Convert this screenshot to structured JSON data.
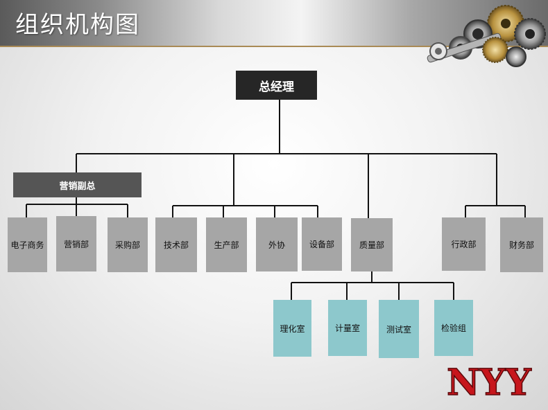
{
  "slide": {
    "title": "组织机构图"
  },
  "chart": {
    "root": "总经理",
    "sales_vp": "营销副总",
    "sales_units": [
      "电子商务",
      "营销部",
      "采购部"
    ],
    "production_units": [
      "技术部",
      "生产部",
      "外协",
      "设备部"
    ],
    "quality": "质量部",
    "quality_units": [
      "理化室",
      "计量室",
      "测试室",
      "检验组"
    ],
    "admin_units": [
      "行政部",
      "财务部"
    ]
  },
  "logo": {
    "text": "NYY"
  },
  "colors": {
    "dark_box": "#262626",
    "mid_box": "#555555",
    "gray_box": "#a6a6a6",
    "teal_box": "#8dc8cc"
  }
}
